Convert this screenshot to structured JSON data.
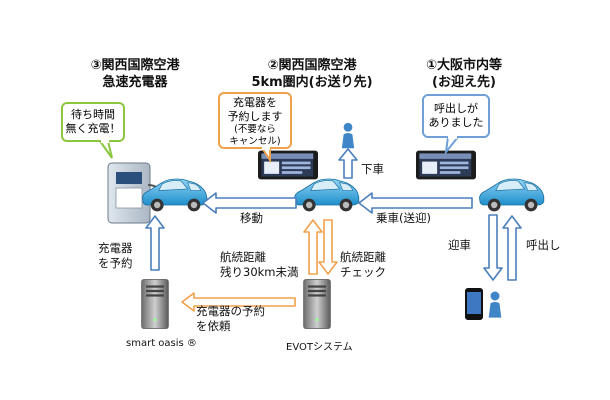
{
  "headers": {
    "charger": {
      "line1": "③関西国際空港",
      "line2": "急速充電器"
    },
    "airport": {
      "line1": "②関西国際空港",
      "line2": "5km圏内(お送り先)"
    },
    "osaka": {
      "line1": "①大阪市内等",
      "line2": "(お迎え先)"
    }
  },
  "bubbles": {
    "charger": {
      "line1": "待ち時間",
      "line2": "無く充電！"
    },
    "airport": {
      "line1": "充電器を",
      "line2": "予約します",
      "line3": "(不要なら",
      "line4": "キャンセル)"
    },
    "osaka": {
      "line1": "呼出しが",
      "line2": "ありました"
    }
  },
  "labels": {
    "move": "移動",
    "ride": "乗車(送迎)",
    "alight": "下車",
    "pickup": "迎車",
    "call": "呼出し",
    "reserve": {
      "line1": "充電器",
      "line2": "を予約"
    },
    "range_low": {
      "line1": "航続距離",
      "line2": "残り30km未満"
    },
    "range_check": {
      "line1": "航続距離",
      "line2": "チェック"
    },
    "request": {
      "line1": "充電器の予約",
      "line2": "を依頼"
    },
    "smart_oasis": "smart oasis ®",
    "evot": "EVOTシステム"
  },
  "colors": {
    "blue_arrow": "#4a7ebb",
    "orange_arrow": "#f0a04b",
    "bubble_green": "#8cc63f",
    "bubble_orange": "#f0a04b",
    "bubble_blue": "#6fa0d8",
    "car": "#3aa6dd",
    "person": "#3f86c8"
  }
}
